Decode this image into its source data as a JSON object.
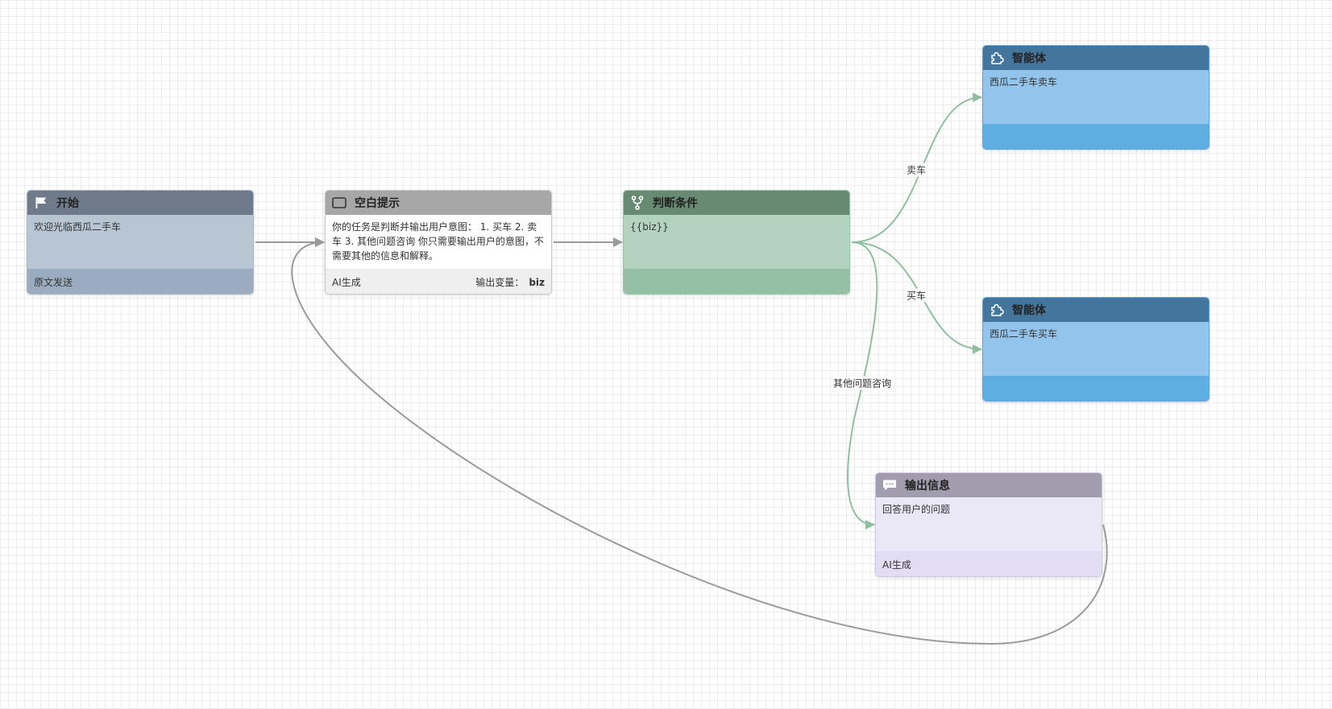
{
  "canvas": {
    "grid": true
  },
  "nodes": {
    "start": {
      "title": "开始",
      "icon": "flag-icon",
      "body": "欢迎光临西瓜二手车",
      "footer_left": "原文发送"
    },
    "prompt": {
      "title": "空白提示",
      "icon": "square-icon",
      "body": "你的任务是判断并输出用户意图： 1. 买车 2. 卖车 3. 其他问题咨询 你只需要输出用户的意图，不需要其他的信息和解释。",
      "footer_left": "AI生成",
      "footer_var_label": "输出变量：",
      "footer_var_value": "biz"
    },
    "condition": {
      "title": "判断条件",
      "icon": "branch-icon",
      "body": "{{biz}}"
    },
    "agent_sell": {
      "title": "智能体",
      "icon": "puzzle-icon",
      "body": "西瓜二手车卖车"
    },
    "agent_buy": {
      "title": "智能体",
      "icon": "puzzle-icon",
      "body": "西瓜二手车买车"
    },
    "output": {
      "title": "输出信息",
      "icon": "chat-icon",
      "body": "回答用户的问题",
      "footer_left": "AI生成"
    }
  },
  "edges": {
    "sell_label": "卖车",
    "buy_label": "买车",
    "other_label": "其他问题咨询"
  },
  "colors": {
    "default_edge": "#9a9a9a",
    "condition_edge": "#8fbf9f"
  }
}
